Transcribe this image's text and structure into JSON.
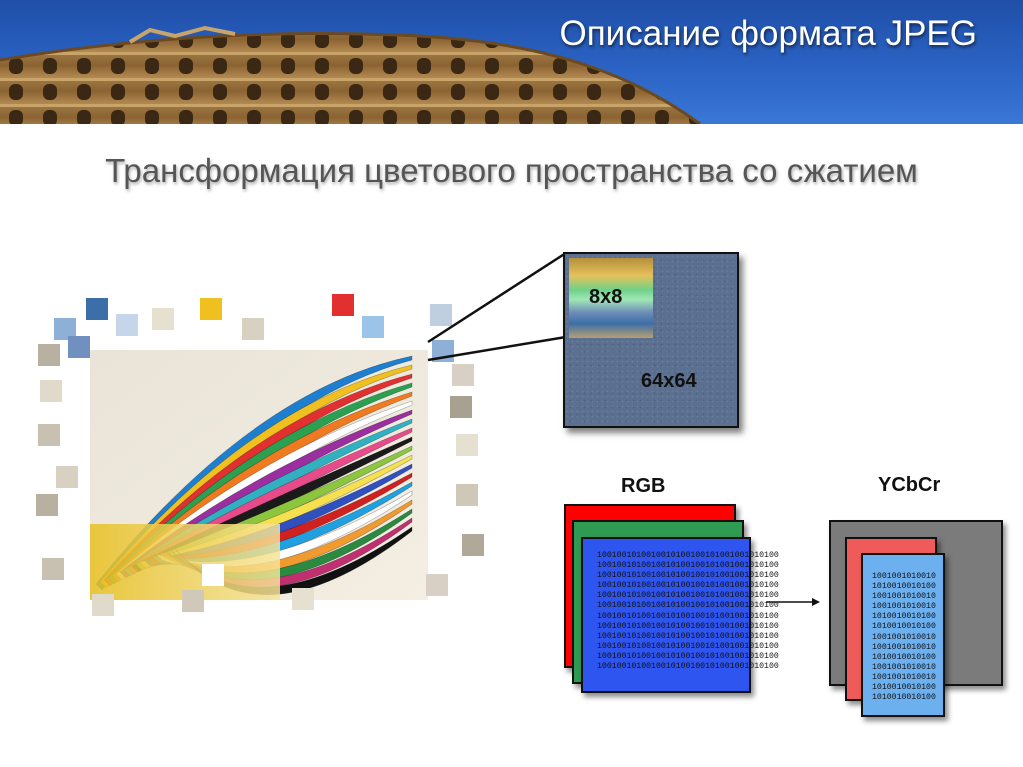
{
  "header": {
    "title": "Описание формата JPEG"
  },
  "subtitle": "Трансформация цветового пространства со сжатием",
  "zoom": {
    "block_label": "8x8",
    "image_label": "64x64"
  },
  "rgb": {
    "label": "RGB",
    "bits": [
      "1001001010010010100100101001001010100",
      "1001001010010010100100101001001010100",
      "1001001010010010100100101001001010100",
      "1001001010010010100100101001001010100",
      "1001001010010010100100101001001010100",
      "1001001010010010100100101001001010100",
      "1001001010010010100100101001001010100",
      "1001001010010010100100101001001010100",
      "1001001010010010100100101001001010100",
      "1001001010010010100100101001001010100",
      "1001001010010010100100101001001010100",
      "1001001010010010100100101001001010100"
    ]
  },
  "ycbcr": {
    "label": "YCbCr",
    "bits": [
      "1001001010010",
      "1010010010100",
      "1001001010010",
      "1001001010010",
      "1010010010100",
      "1010010010100",
      "1001001010010",
      "1001001010010",
      "1010010010100",
      "1001001010010",
      "1001001010010",
      "1010010010100",
      "1010010010100"
    ]
  },
  "colors": {
    "header_blue": "#2b63c4",
    "rgb_red": "#ff0000",
    "rgb_green": "#2e9a52",
    "rgb_blue": "#2f55f0",
    "ycbcr_gray": "#7b7b7b",
    "ycbcr_red": "#ef5a5a",
    "ycbcr_blue": "#6cb0f0"
  }
}
